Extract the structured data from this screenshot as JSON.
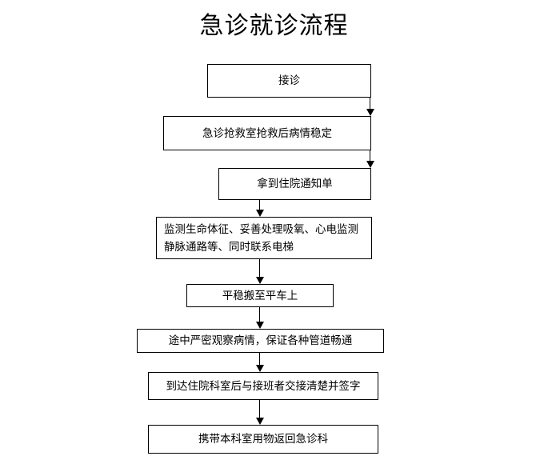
{
  "title": "急诊就诊流程",
  "colors": {
    "background": "#ffffff",
    "stroke": "#000000",
    "text": "#000000"
  },
  "flowchart": {
    "type": "flowchart",
    "orientation": "top-to-bottom",
    "node_count": 9,
    "nodes": [
      {
        "id": "n1",
        "label": "接诊",
        "shape": "rectangle"
      },
      {
        "id": "n2",
        "label": "急诊抢救室抢救后病情稳定",
        "shape": "rectangle"
      },
      {
        "id": "n3",
        "label": "拿到住院通知单",
        "shape": "rectangle"
      },
      {
        "id": "n4",
        "label": "监测生命体征、妥善处理吸氧、心电监测\n静脉通路等、同时联系电梯",
        "shape": "rectangle"
      },
      {
        "id": "n5",
        "label": "平稳搬至平车上",
        "shape": "rectangle"
      },
      {
        "id": "n6",
        "label": "途中严密观察病情，保证各种管道畅通",
        "shape": "rectangle"
      },
      {
        "id": "n7",
        "label": "到达住院科室后与接班者交接清楚并签字",
        "shape": "rectangle"
      },
      {
        "id": "n8",
        "label": "携带本科室用物返回急诊科",
        "shape": "rectangle"
      }
    ],
    "edges": [
      {
        "from": "n1",
        "to": "n2",
        "label": ""
      },
      {
        "from": "n2",
        "to": "n3",
        "label": ""
      },
      {
        "from": "n3",
        "to": "n4",
        "label": ""
      },
      {
        "from": "n4",
        "to": "n5",
        "label": ""
      },
      {
        "from": "n5",
        "to": "n6",
        "label": ""
      },
      {
        "from": "n6",
        "to": "n7",
        "label": ""
      },
      {
        "from": "n7",
        "to": "n8",
        "label": ""
      }
    ]
  }
}
